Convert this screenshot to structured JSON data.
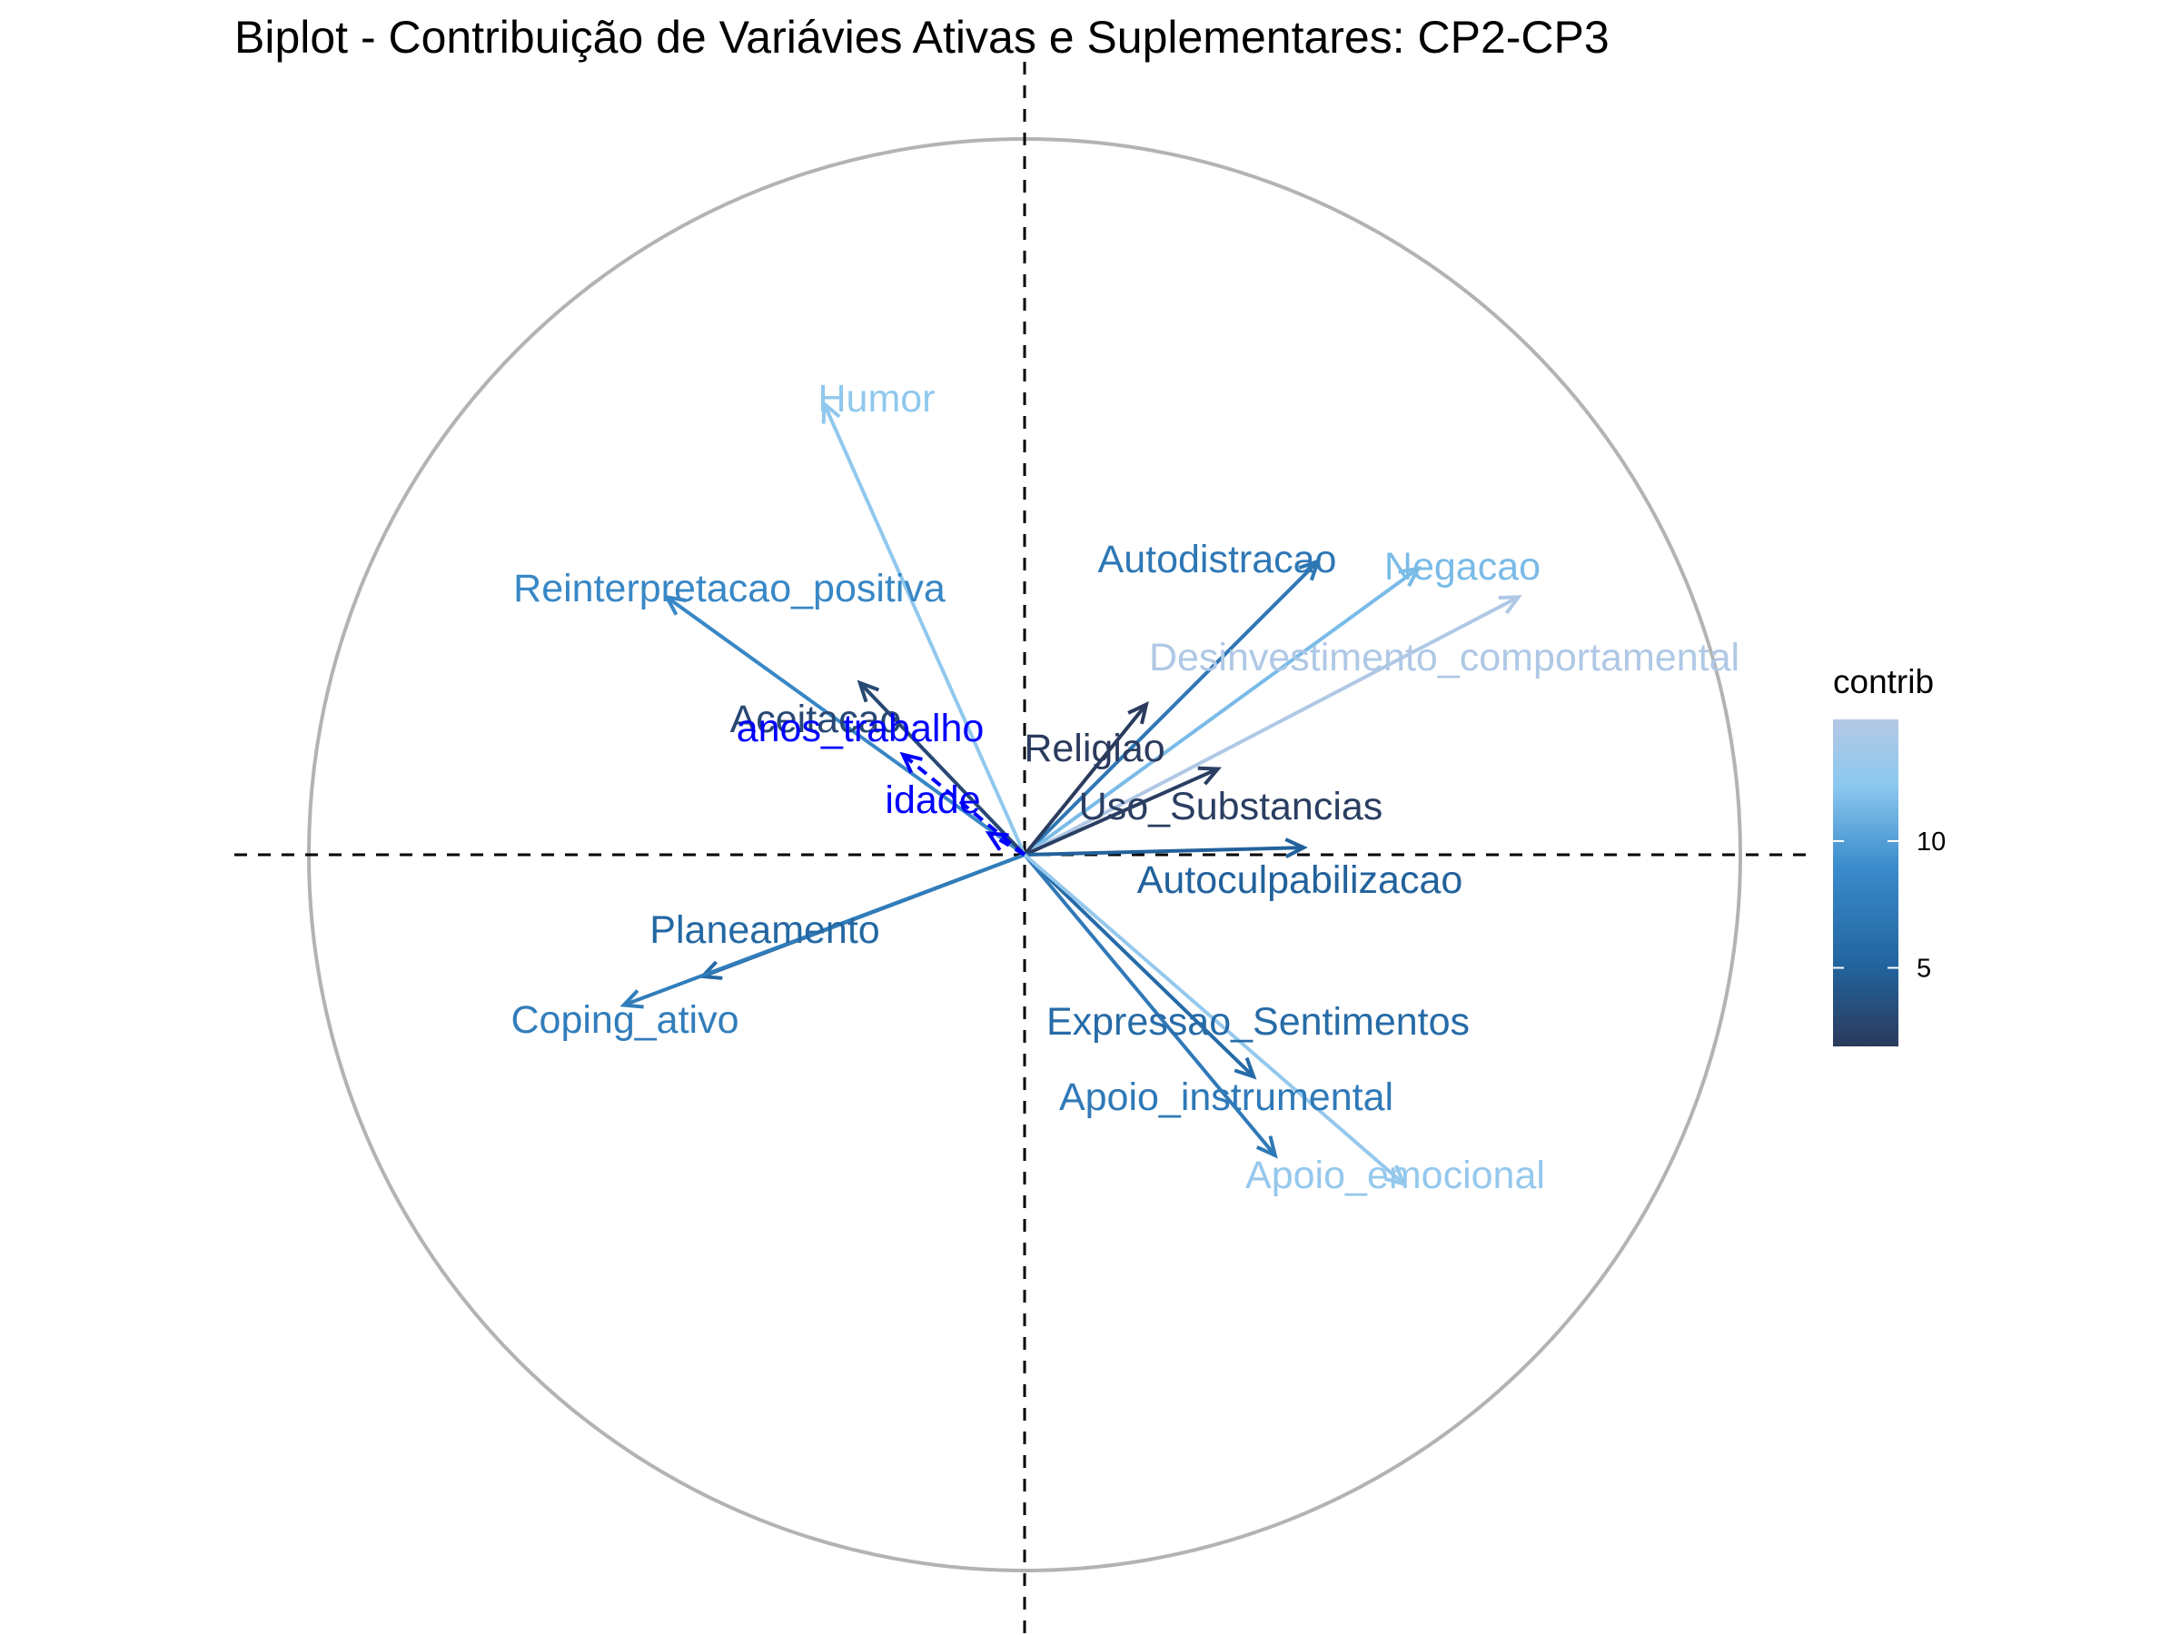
{
  "chart_data": {
    "type": "scatter",
    "title": "Biplot - Contribuição de Variávies Ativas e Suplementares: CP2-CP3",
    "xlabel": "",
    "ylabel": "",
    "xlim": [
      -1.1,
      1.1
    ],
    "ylim": [
      -1.1,
      1.1
    ],
    "grid": false,
    "unit_circle": true,
    "reference_lines": "dashed at x=0 and y=0",
    "legend": {
      "title": "contrib",
      "position": "right",
      "ticks": [
        5,
        10
      ],
      "range": [
        1.9,
        14.8
      ],
      "color_low": "#2b3a5c",
      "color_mid": "#3b8ccc",
      "color_high": "#b4c8e4"
    },
    "active_variables": [
      {
        "name": "Humor",
        "x": -0.28,
        "y": 0.63,
        "contrib": 12.5
      },
      {
        "name": "Reinterpretacao_positiva",
        "x": -0.5,
        "y": 0.36,
        "contrib": 8.5
      },
      {
        "name": "Aceitacao",
        "x": -0.23,
        "y": 0.24,
        "contrib": 3.0
      },
      {
        "name": "Autodistracao",
        "x": 0.41,
        "y": 0.41,
        "contrib": 7.0
      },
      {
        "name": "Negacao",
        "x": 0.55,
        "y": 0.4,
        "contrib": 11.5
      },
      {
        "name": "Desinvestimento_comportamental",
        "x": 0.69,
        "y": 0.36,
        "contrib": 14.5
      },
      {
        "name": "Religiao",
        "x": 0.17,
        "y": 0.21,
        "contrib": 2.0
      },
      {
        "name": "Uso_Substancias",
        "x": 0.27,
        "y": 0.12,
        "contrib": 2.2
      },
      {
        "name": "Autoculpabilizacao",
        "x": 0.39,
        "y": 0.01,
        "contrib": 5.0
      },
      {
        "name": "Planeamento",
        "x": -0.45,
        "y": -0.17,
        "contrib": 5.5
      },
      {
        "name": "Coping_ativo",
        "x": -0.56,
        "y": -0.21,
        "contrib": 7.5
      },
      {
        "name": "Expressao_Sentimentos",
        "x": 0.32,
        "y": -0.31,
        "contrib": 5.8
      },
      {
        "name": "Apoio_instrumental",
        "x": 0.35,
        "y": -0.42,
        "contrib": 7.2
      },
      {
        "name": "Apoio_emocional",
        "x": 0.53,
        "y": -0.46,
        "contrib": 12.8
      }
    ],
    "supplementary_variables": [
      {
        "name": "anos_trabalho",
        "x": -0.17,
        "y": 0.14,
        "color": "#0000ff"
      },
      {
        "name": "idade",
        "x": -0.05,
        "y": 0.03,
        "color": "#0000ff"
      }
    ]
  }
}
